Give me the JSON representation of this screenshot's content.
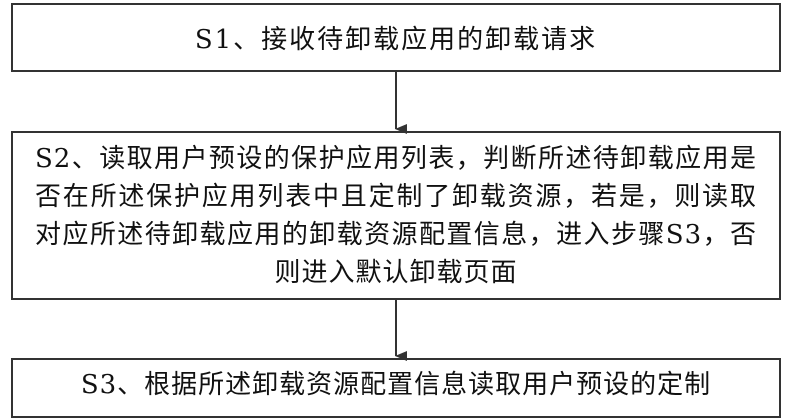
{
  "steps": [
    {
      "id": "S1",
      "text": "S1、接收待卸载应用的卸载请求"
    },
    {
      "id": "S2",
      "text": "S2、读取用户预设的保护应用列表，判断所述待卸载应用是否在所述保护应用列表中且定制了卸载资源，若是，则读取对应所述待卸载应用的卸载资源配置信息，进入步骤S3，否则进入默认卸载页面"
    },
    {
      "id": "S3",
      "text": "S3、根据所述卸载资源配置信息读取用户预设的定制"
    }
  ],
  "colors": {
    "border": "#333333",
    "arrow": "#333333",
    "text": "#111111",
    "background": "#ffffff"
  }
}
